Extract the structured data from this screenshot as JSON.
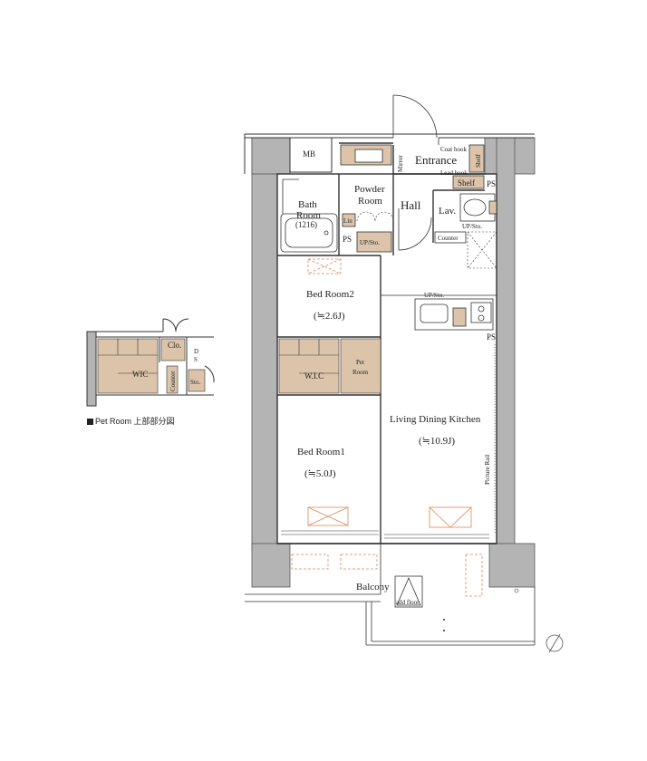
{
  "rooms": {
    "entrance": "Entrance",
    "hall": "Hall",
    "powder_room_1": "Powder",
    "powder_room_2": "Room",
    "bath_room_1": "Bath",
    "bath_room_2": "Room",
    "bath_size": "(1216)",
    "lav": "Lav.",
    "bed_room2": "Bed Room2",
    "bed_room2_size": "(≒2.6J)",
    "bed_room1": "Bed Room1",
    "bed_room1_size": "(≒5.0J)",
    "ldk": "Living Dining Kitchen",
    "ldk_size": "(≒10.9J)",
    "balcony": "Balcony",
    "wic_main": "W.I.C",
    "pet_room_1": "Pet",
    "pet_room_2": "Room"
  },
  "fixtures": {
    "mb": "MB",
    "mirror": "Mirror",
    "coat_hook": "Coat hook",
    "lead_hook": "Lead hook",
    "shelf_upper": "Shelf",
    "shelf_lower": "Shelf",
    "ps_entrance": "PS",
    "ps_bath": "PS",
    "ps_ldk": "PS",
    "lin": "Lin",
    "up_sto_powder": "UP/Sto.",
    "up_sto_lav": "UP/Sto.",
    "up_sto_kitchen": "UP/Sto.",
    "counter_lav": "Counter",
    "picture_rail": "Picture Rail",
    "add_floor": "add floor"
  },
  "inset": {
    "clo": "Clo.",
    "ds_1": "D",
    "ds_2": "S",
    "wic": "WIC",
    "sto": "Sto.",
    "counter": "Counter",
    "legend": "Pet Room 上部部分図"
  },
  "colors": {
    "tatami": "#dcc4ab",
    "wall": "#b4b4b4",
    "line": "#333333",
    "orange": "#d98855"
  }
}
